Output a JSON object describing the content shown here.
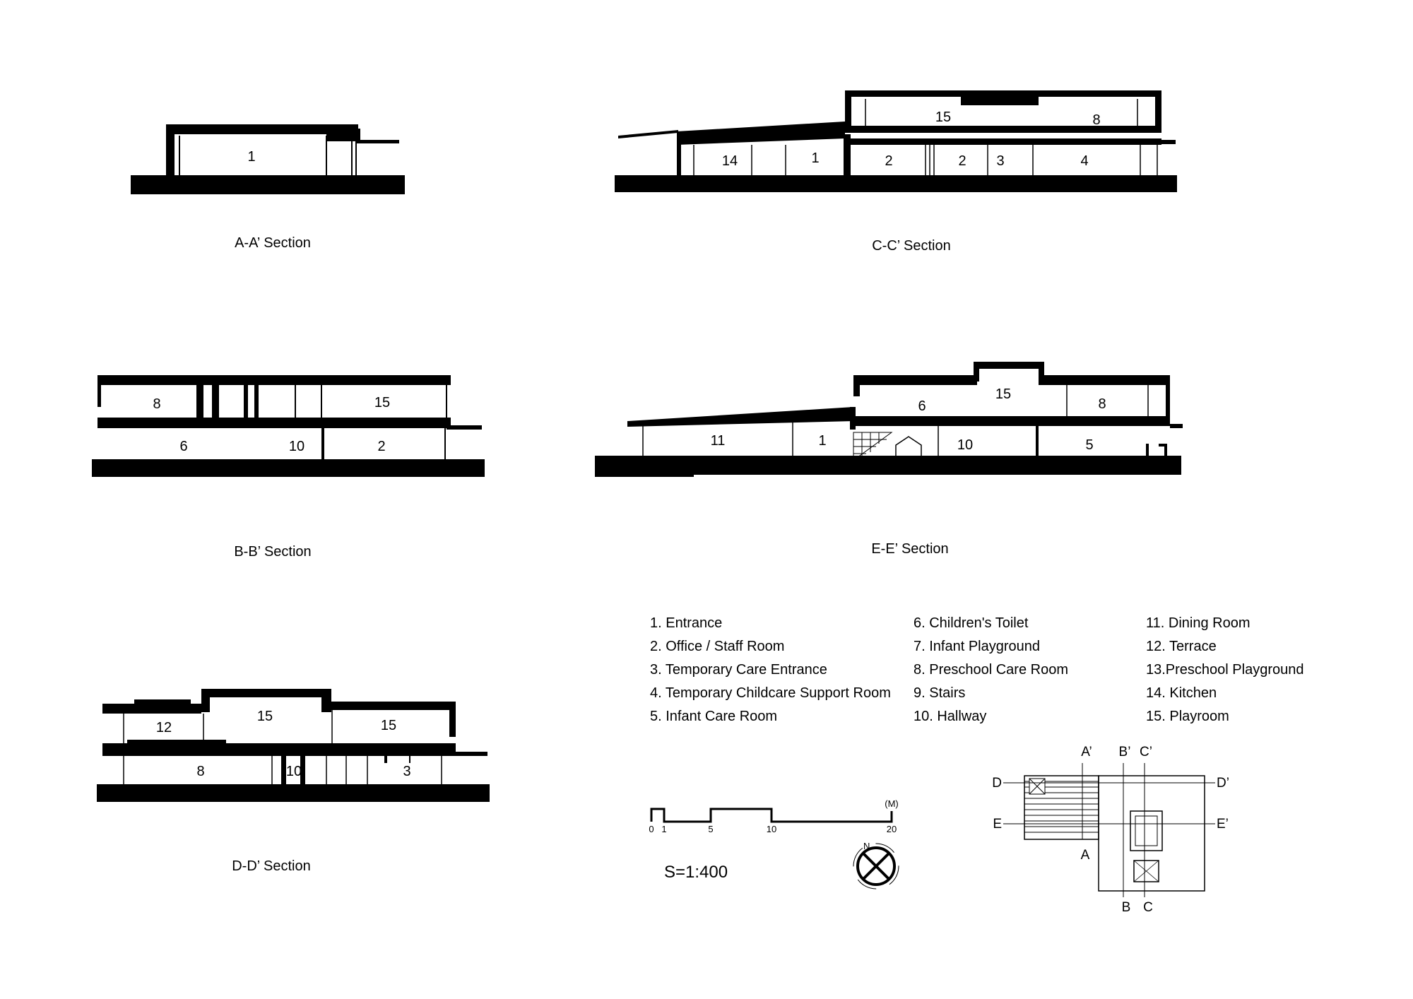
{
  "sections": {
    "aa": {
      "caption": "A-A’ Section",
      "rooms": [
        "1"
      ]
    },
    "cc": {
      "caption": "C-C’ Section",
      "rooms": [
        "15",
        "8",
        "14",
        "1",
        "2",
        "2",
        "3",
        "4"
      ]
    },
    "bb": {
      "caption": "B-B’ Section",
      "rooms": [
        "8",
        "15",
        "6",
        "10",
        "2"
      ]
    },
    "ee": {
      "caption": "E-E’ Section",
      "rooms": [
        "6",
        "15",
        "8",
        "11",
        "1",
        "10",
        "5"
      ]
    },
    "dd": {
      "caption": "D-D’ Section",
      "rooms": [
        "12",
        "15",
        "15",
        "8",
        "10",
        "3"
      ]
    }
  },
  "legend": [
    "1. Entrance",
    "2. Office / Staff Room",
    "3. Temporary Care Entrance",
    "4. Temporary Childcare Support Room",
    "5. Infant Care Room",
    "6. Children's Toilet",
    "7. Infant Playground",
    "8. Preschool Care Room",
    "9. Stairs",
    "10. Hallway",
    "11. Dining Room",
    "12. Terrace",
    "13.Preschool Playground",
    "14. Kitchen",
    "15. Playroom"
  ],
  "scale_bar": {
    "ticks": [
      "0",
      "1",
      "5",
      "10",
      "20"
    ],
    "unit": "(M)",
    "ratio": "S=1:400"
  },
  "north_arrow": {
    "label": "N"
  },
  "key_plan": {
    "labels": [
      "A’",
      "B’",
      "C’",
      "D",
      "D’",
      "E",
      "E’",
      "A",
      "B",
      "C"
    ]
  }
}
